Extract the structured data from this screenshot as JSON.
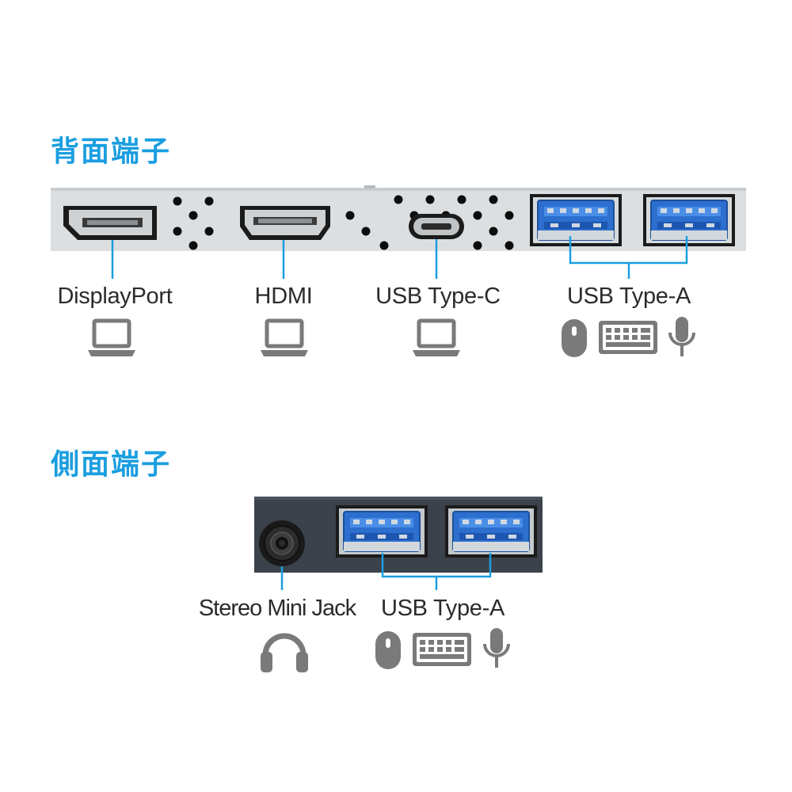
{
  "rear": {
    "title": "背面端子",
    "ports": [
      {
        "label": "DisplayPort",
        "device_icons": [
          "laptop-icon"
        ]
      },
      {
        "label": "HDMI",
        "device_icons": [
          "laptop-icon"
        ]
      },
      {
        "label": "USB Type-C",
        "device_icons": [
          "laptop-icon"
        ]
      },
      {
        "label": "USB Type-A",
        "device_icons": [
          "mouse-icon",
          "keyboard-icon",
          "microphone-icon"
        ]
      }
    ]
  },
  "side": {
    "title": "側面端子",
    "ports": [
      {
        "label": "Stereo Mini Jack",
        "device_icons": [
          "headphones-icon"
        ]
      },
      {
        "label": "USB Type-A",
        "device_icons": [
          "mouse-icon",
          "keyboard-icon",
          "microphone-icon"
        ]
      }
    ]
  },
  "colors": {
    "title": "#1a9ee0",
    "callout_line": "#1a9ee0",
    "rear_panel": "#dcdfe1",
    "side_panel": "#3c424b",
    "usb_blue": "#2c6fce",
    "icon_gray": "#7a7a7a",
    "label_text": "#2b2b2b"
  }
}
